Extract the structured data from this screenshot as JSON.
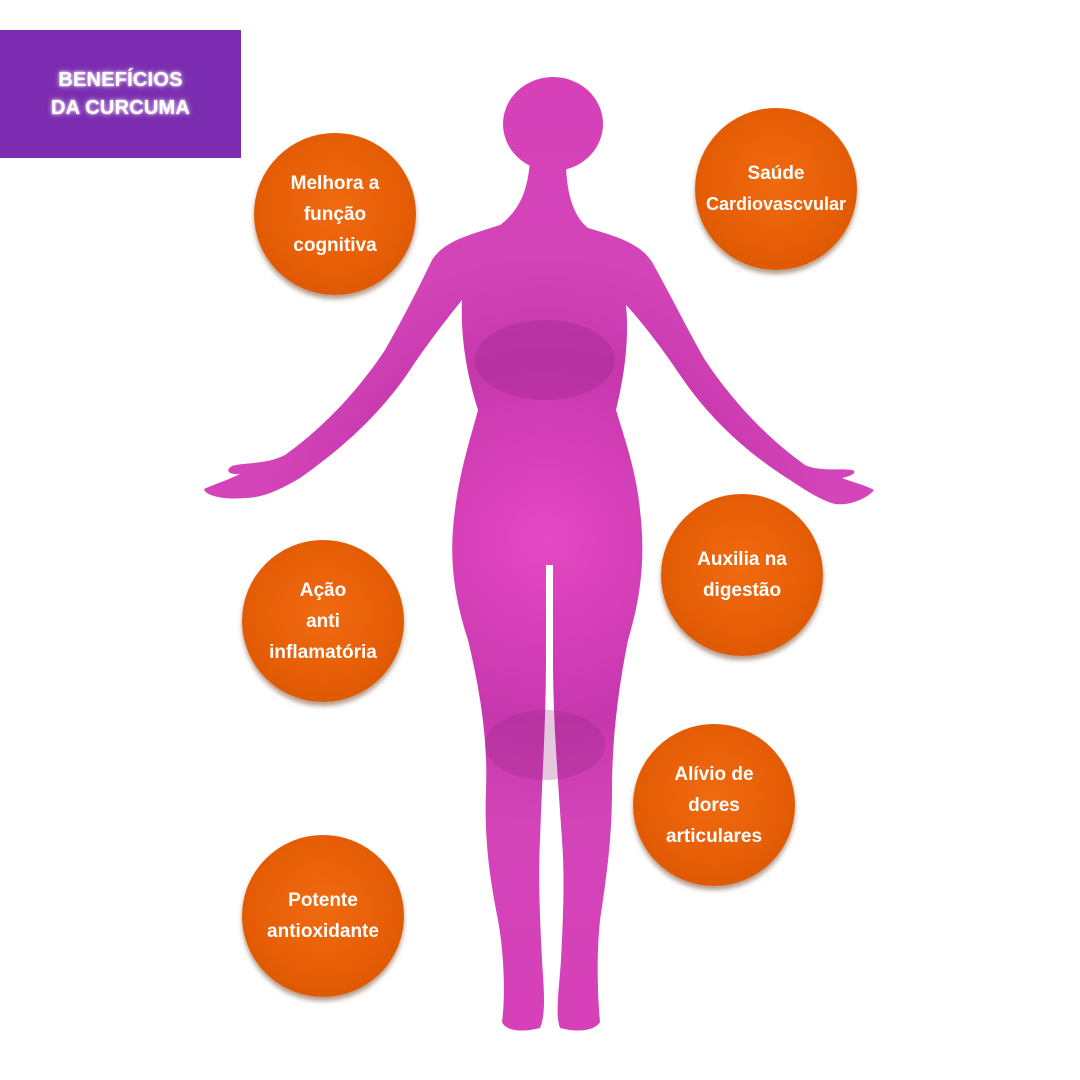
{
  "title": {
    "line1": "BENEFÍCIOS",
    "line2": "DA CURCUMA"
  },
  "colors": {
    "title_background": "#7b2cb0",
    "bubble": "#e65e06",
    "silhouette": "#d63fb8",
    "silhouette_shadow": "#9a2a86"
  },
  "figure": {
    "icon": "female-body-silhouette-icon"
  },
  "benefits": [
    {
      "lines": [
        "Melhora a",
        "função",
        "cognitiva"
      ]
    },
    {
      "lines": [
        "Saúde",
        "Cardiovascvular"
      ]
    },
    {
      "lines": [
        "Auxilia na",
        "digestão"
      ]
    },
    {
      "lines": [
        "Ação",
        "anti",
        "inflamatória"
      ]
    },
    {
      "lines": [
        "Alívio de",
        "dores",
        "articulares"
      ]
    },
    {
      "lines": [
        "Potente",
        "antioxidante"
      ]
    }
  ]
}
